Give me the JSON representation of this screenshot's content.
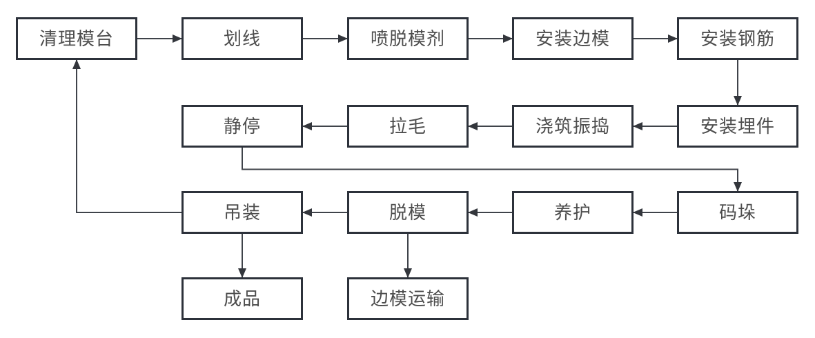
{
  "diagram": {
    "type": "flowchart",
    "language": "zh-CN",
    "nodes": [
      {
        "id": "qingli-motai",
        "label": "清理模台",
        "col": 0,
        "row": 0
      },
      {
        "id": "huaxian",
        "label": "划线",
        "col": 1,
        "row": 0
      },
      {
        "id": "pen-tuomoji",
        "label": "喷脱模剂",
        "col": 2,
        "row": 0
      },
      {
        "id": "anzhuang-bianmo",
        "label": "安装边模",
        "col": 3,
        "row": 0
      },
      {
        "id": "anzhuang-gangjin",
        "label": "安装钢筋",
        "col": 4,
        "row": 0
      },
      {
        "id": "anzhuang-maijian",
        "label": "安装埋件",
        "col": 4,
        "row": 1
      },
      {
        "id": "jiaozhu-zhendao",
        "label": "浇筑振捣",
        "col": 3,
        "row": 1
      },
      {
        "id": "lamao",
        "label": "拉毛",
        "col": 2,
        "row": 1
      },
      {
        "id": "jingting",
        "label": "静停",
        "col": 1,
        "row": 1
      },
      {
        "id": "maduo",
        "label": "码垛",
        "col": 4,
        "row": 2
      },
      {
        "id": "yanghu",
        "label": "养护",
        "col": 3,
        "row": 2
      },
      {
        "id": "tuomo",
        "label": "脱模",
        "col": 2,
        "row": 2
      },
      {
        "id": "diaozhuang",
        "label": "吊装",
        "col": 1,
        "row": 2
      },
      {
        "id": "chengpin",
        "label": "成品",
        "col": 1,
        "row": 3
      },
      {
        "id": "bianmo-yunshu",
        "label": "边模运输",
        "col": 2,
        "row": 3
      }
    ],
    "edges": [
      {
        "from": "qingli-motai",
        "to": "huaxian",
        "route": "h"
      },
      {
        "from": "huaxian",
        "to": "pen-tuomoji",
        "route": "h"
      },
      {
        "from": "pen-tuomoji",
        "to": "anzhuang-bianmo",
        "route": "h"
      },
      {
        "from": "anzhuang-bianmo",
        "to": "anzhuang-gangjin",
        "route": "h"
      },
      {
        "from": "anzhuang-gangjin",
        "to": "anzhuang-maijian",
        "route": "v"
      },
      {
        "from": "anzhuang-maijian",
        "to": "jiaozhu-zhendao",
        "route": "h"
      },
      {
        "from": "jiaozhu-zhendao",
        "to": "lamao",
        "route": "h"
      },
      {
        "from": "lamao",
        "to": "jingting",
        "route": "h"
      },
      {
        "from": "jingting",
        "to": "maduo",
        "route": "down-over-down"
      },
      {
        "from": "maduo",
        "to": "yanghu",
        "route": "h"
      },
      {
        "from": "yanghu",
        "to": "tuomo",
        "route": "h"
      },
      {
        "from": "tuomo",
        "to": "diaozhuang",
        "route": "h"
      },
      {
        "from": "diaozhuang",
        "to": "qingli-motai",
        "route": "side-up"
      },
      {
        "from": "diaozhuang",
        "to": "chengpin",
        "route": "v"
      },
      {
        "from": "tuomo",
        "to": "bianmo-yunshu",
        "route": "v"
      }
    ],
    "colors": {
      "background": "#ffffff",
      "box_border": "#2c313a",
      "box_fill": "#ffffff",
      "label": "#4d4d4d",
      "line": "#3f434a",
      "arrowhead": "#33363c"
    }
  }
}
